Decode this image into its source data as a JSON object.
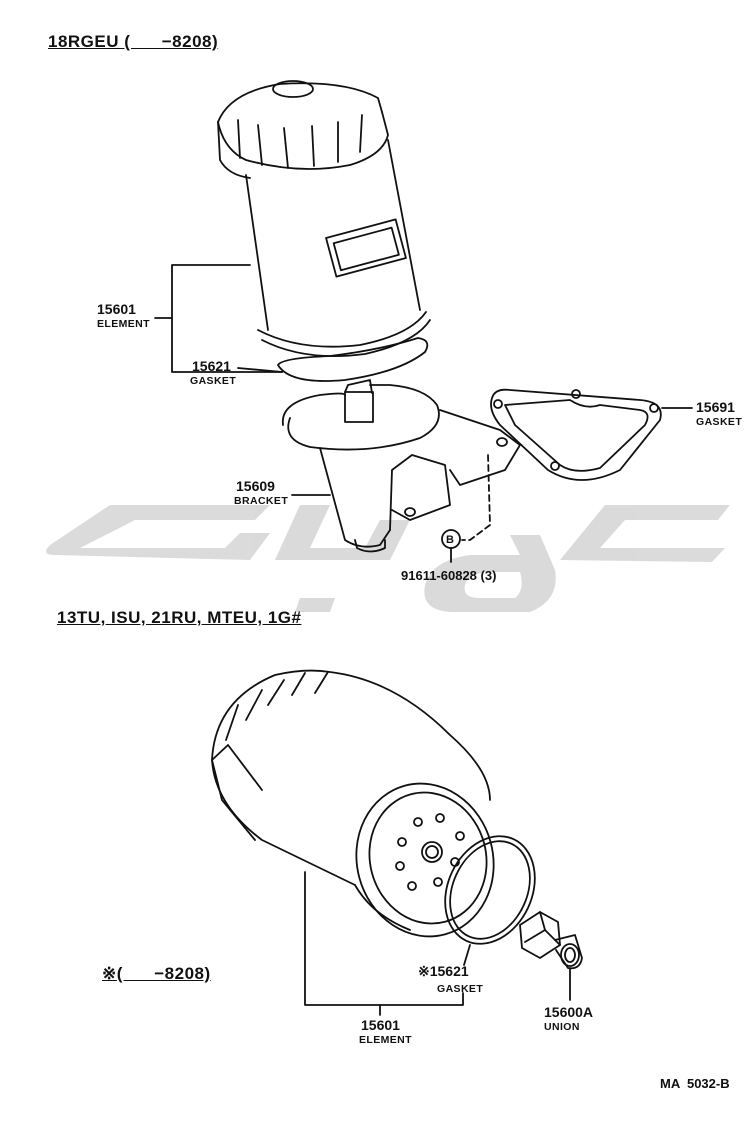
{
  "sections": {
    "top_title": "18RGEU (      −8208)",
    "bottom_title": "13TU, ISU, 21RU, MTEU, 1G#",
    "note_title": "※(      −8208)"
  },
  "parts": {
    "element_top": {
      "number": "15601",
      "name": "ELEMENT"
    },
    "gasket_top": {
      "number": "15621",
      "name": "GASKET"
    },
    "bracket": {
      "number": "15609",
      "name": "BRACKET"
    },
    "gasket_side": {
      "number": "15691",
      "name": "GASKET"
    },
    "bolt": {
      "label": "91611-60828 (3)",
      "callout": "B"
    },
    "gasket_bottom": {
      "number": "※15621",
      "name": "GASKET"
    },
    "element_bottom": {
      "number": "15601",
      "name": "ELEMENT"
    },
    "union": {
      "number": "15600A",
      "name": "UNION"
    }
  },
  "footer": {
    "code": "MA  5032-B"
  },
  "colors": {
    "line": "#111111",
    "watermark": "#d9d9d9"
  }
}
